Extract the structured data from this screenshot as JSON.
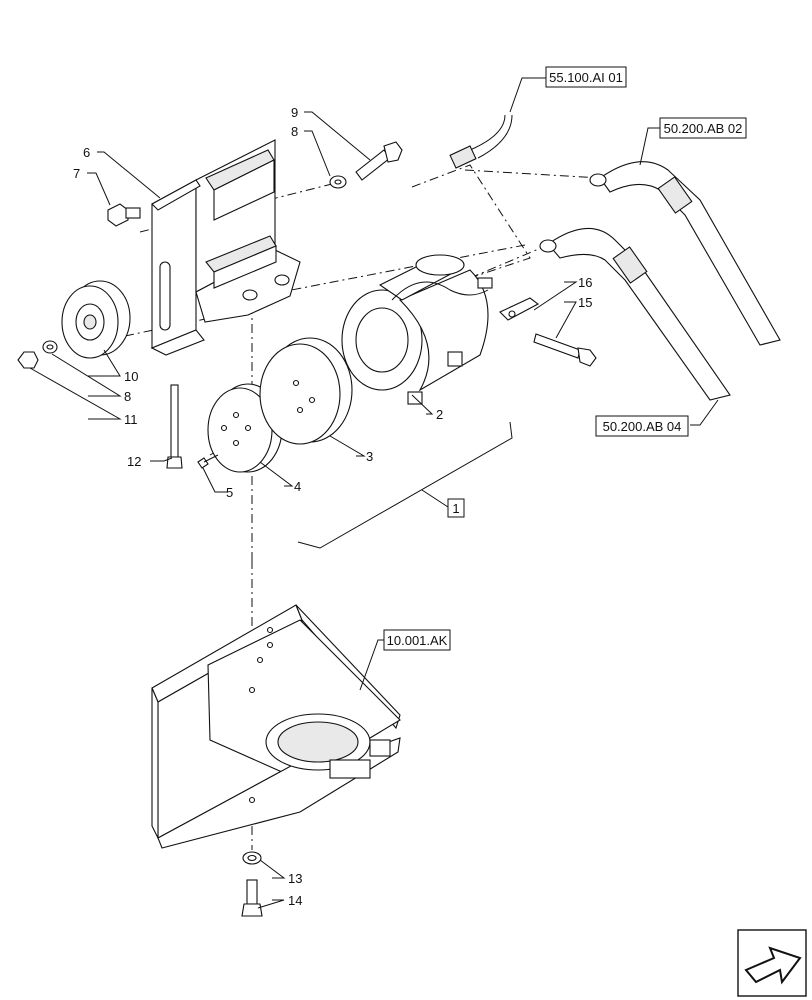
{
  "callouts": {
    "c1": "1",
    "c2": "2",
    "c3": "3",
    "c4": "4",
    "c5": "5",
    "c6": "6",
    "c7": "7",
    "c8a": "8",
    "c8b": "8",
    "c9": "9",
    "c10": "10",
    "c11": "11",
    "c12": "12",
    "c13": "13",
    "c14": "14",
    "c15": "15",
    "c16": "16"
  },
  "references": {
    "ref_55100": "55.100.AI 01",
    "ref_50200_02": "50.200.AB 02",
    "ref_50200_04": "50.200.AB 04",
    "ref_10001": "10.001.AK"
  },
  "icons": {
    "nav": "next-page-arrow-icon"
  }
}
